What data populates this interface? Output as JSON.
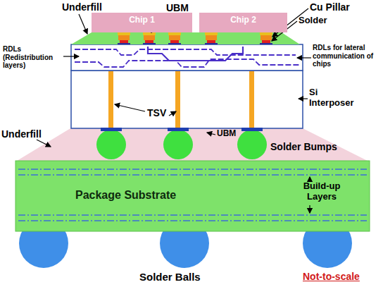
{
  "diagram": {
    "nodes": [
      {
        "text": [
          "Chip 1"
        ]
      },
      {
        "text": [
          "Chip 2"
        ]
      },
      {
        "text": [
          "Package Substrate"
        ]
      }
    ],
    "labels": [
      "Underfill",
      "UBM",
      "Cu Pillar",
      "Solder",
      "RDLs (Redistribution layers)",
      "RDLs for lateral communication of chips",
      "Underfill",
      "TSV",
      "Si Interposer",
      "UBM",
      "Solder Bumps",
      "Build-up Layers",
      "Solder Balls",
      "Not-to-scale"
    ]
  }
}
